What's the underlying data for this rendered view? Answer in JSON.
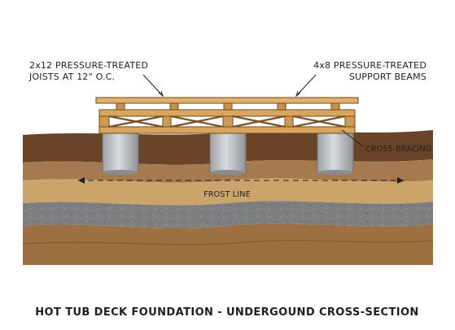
{
  "labels": {
    "joists_line1": "2x12 PRESSURE-TREATED",
    "joists_line2": "JOISTS AT 12\" O.C.",
    "beams_line1": "4x8 PRESSURE-TREATED",
    "beams_line2": "SUPPORT BEAMS",
    "cross_bracing": "CROSS-BRACING",
    "frost_line": "FROST LINE"
  },
  "title": "HOT TUB DECK FOUNDATION - UNDERGOUND CROSS-SECTION",
  "colors": {
    "topsoil": "#6a4428",
    "subsoil": "#a47a4e",
    "clay": "#caa46a",
    "gravel": "#7d7f80",
    "bedrock": "#9c7043",
    "wood": "#d9a55e",
    "concrete": "#c4c6c8"
  }
}
